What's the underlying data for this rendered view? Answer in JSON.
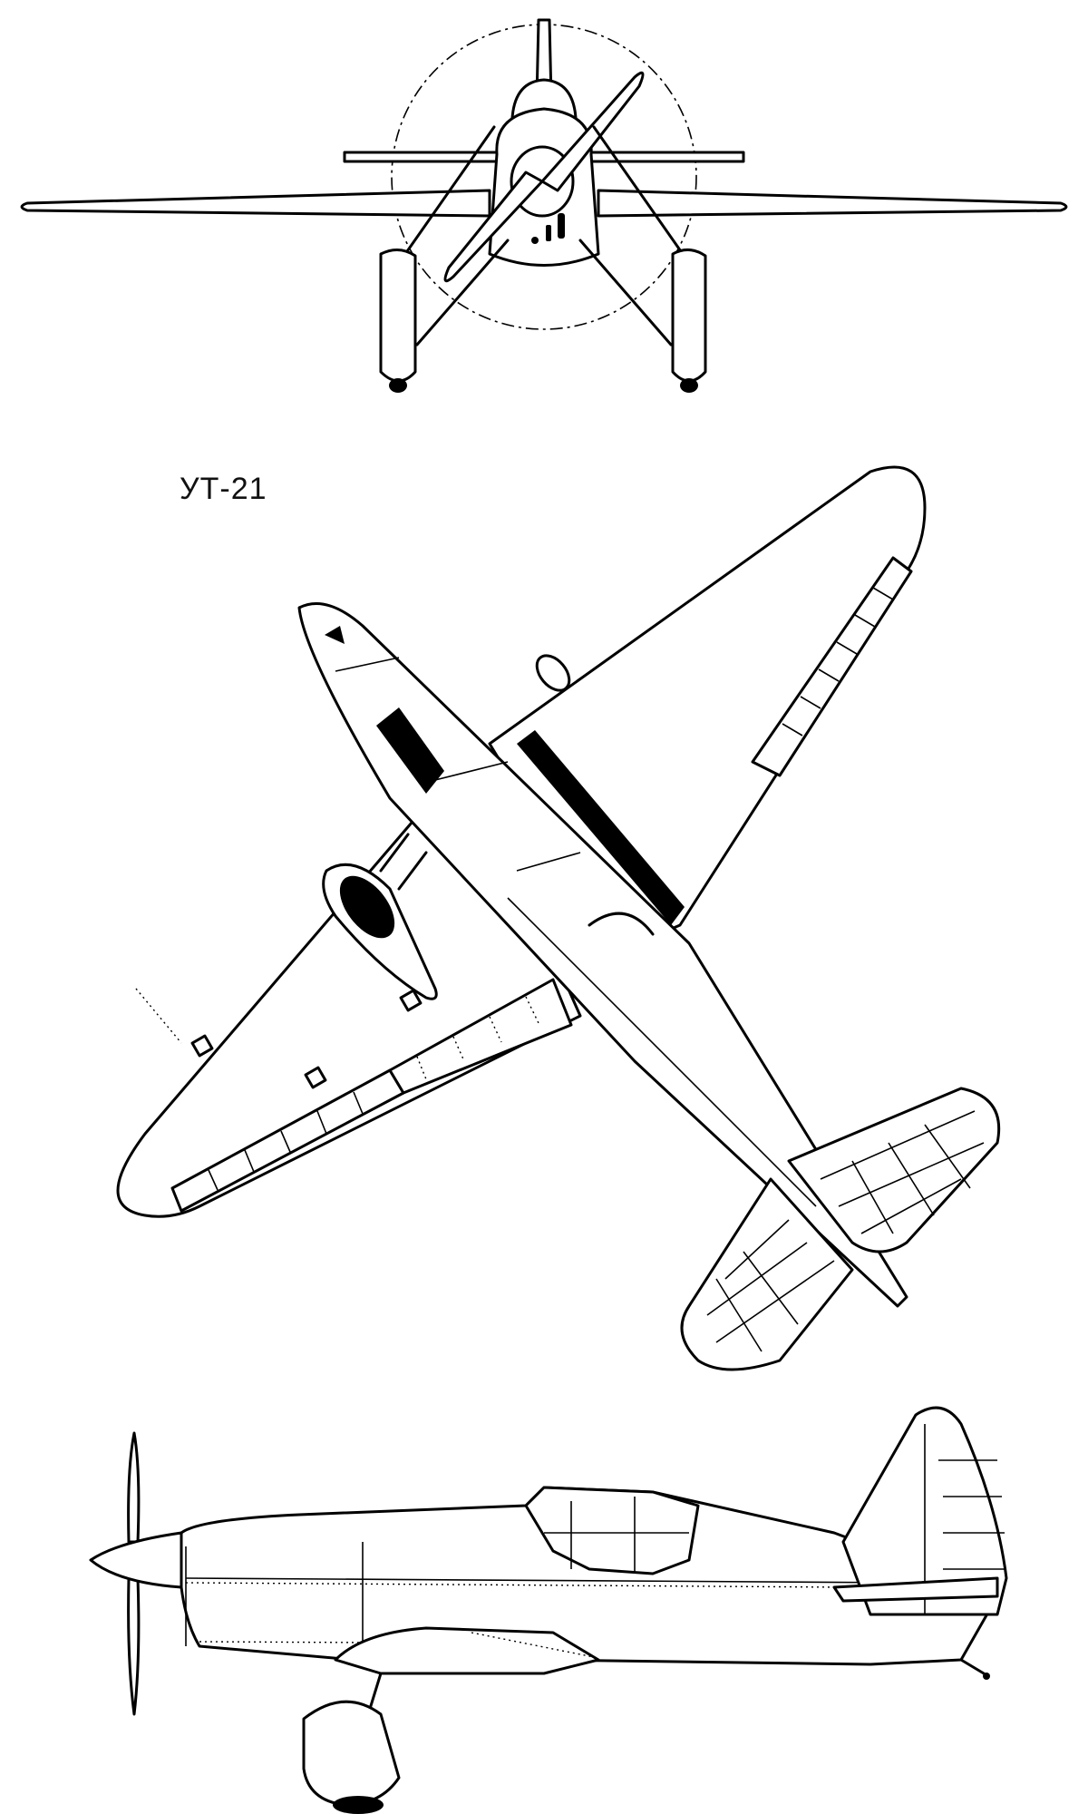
{
  "drawing": {
    "designation": "УТ-21",
    "views": [
      "front",
      "top",
      "side"
    ]
  }
}
